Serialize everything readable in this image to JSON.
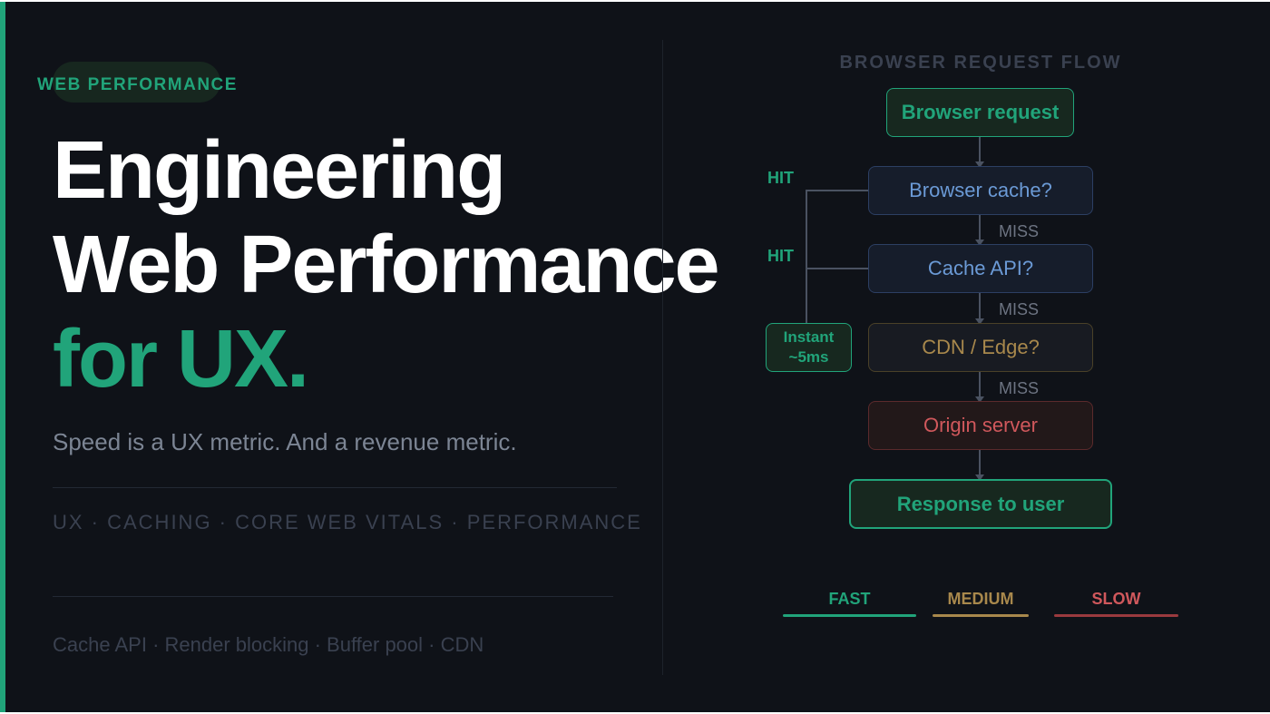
{
  "left": {
    "eyebrow": "WEB PERFORMANCE",
    "title_line1": "Engineering",
    "title_line2": "Web Performance",
    "title_line3": "for UX.",
    "subtitle": "Speed is a UX metric. And a revenue metric.",
    "tags": "UX · CACHING · CORE WEB VITALS · PERFORMANCE",
    "footer_tags": "Cache API · Render blocking · Buffer pool · CDN"
  },
  "flow": {
    "heading": "BROWSER REQUEST FLOW",
    "nodes": {
      "start": "Browser request",
      "browser_cache": "Browser cache?",
      "cache_api": "Cache API?",
      "cdn": "CDN / Edge?",
      "origin": "Origin server",
      "response": "Response to user"
    },
    "instant_line1": "Instant",
    "instant_line2": "~5ms",
    "hit_label_1": "HIT",
    "hit_label_2": "HIT",
    "miss_label_1": "MISS",
    "miss_label_2": "MISS",
    "miss_label_3": "MISS"
  },
  "legend": {
    "fast": "FAST",
    "medium": "MEDIUM",
    "slow": "SLOW"
  },
  "colors": {
    "background": "#0f1218",
    "accent_green": "#21a47a",
    "cache_blue": "#6b9ad6",
    "cdn_amber": "#a8884c",
    "origin_red": "#d0585c",
    "connector_gray": "#4a5261"
  }
}
